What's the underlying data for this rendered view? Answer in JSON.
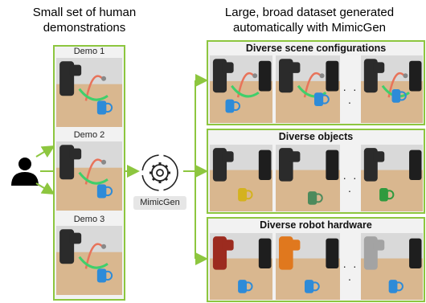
{
  "left_title": "Small set of human demonstrations",
  "right_title": "Large, broad dataset generated automatically with MimicGen",
  "demos": [
    "Demo 1",
    "Demo 2",
    "Demo 3"
  ],
  "center_label": "MimicGen",
  "sections": [
    {
      "label": "Diverse scene configurations",
      "dots": "· · ·"
    },
    {
      "label": "Diverse objects",
      "dots": "· · ·"
    },
    {
      "label": "Diverse robot hardware",
      "dots": "· · ·"
    }
  ],
  "colors": {
    "accent_green": "#8dc63f",
    "traj_green": "#3fcf6b",
    "traj_red": "#e8735a",
    "mug_blue": "#2e8bd8",
    "table": "#d9b78f"
  },
  "icons": [
    "person-icon",
    "gear-icon",
    "robot-arm-icon",
    "mug-icon"
  ]
}
